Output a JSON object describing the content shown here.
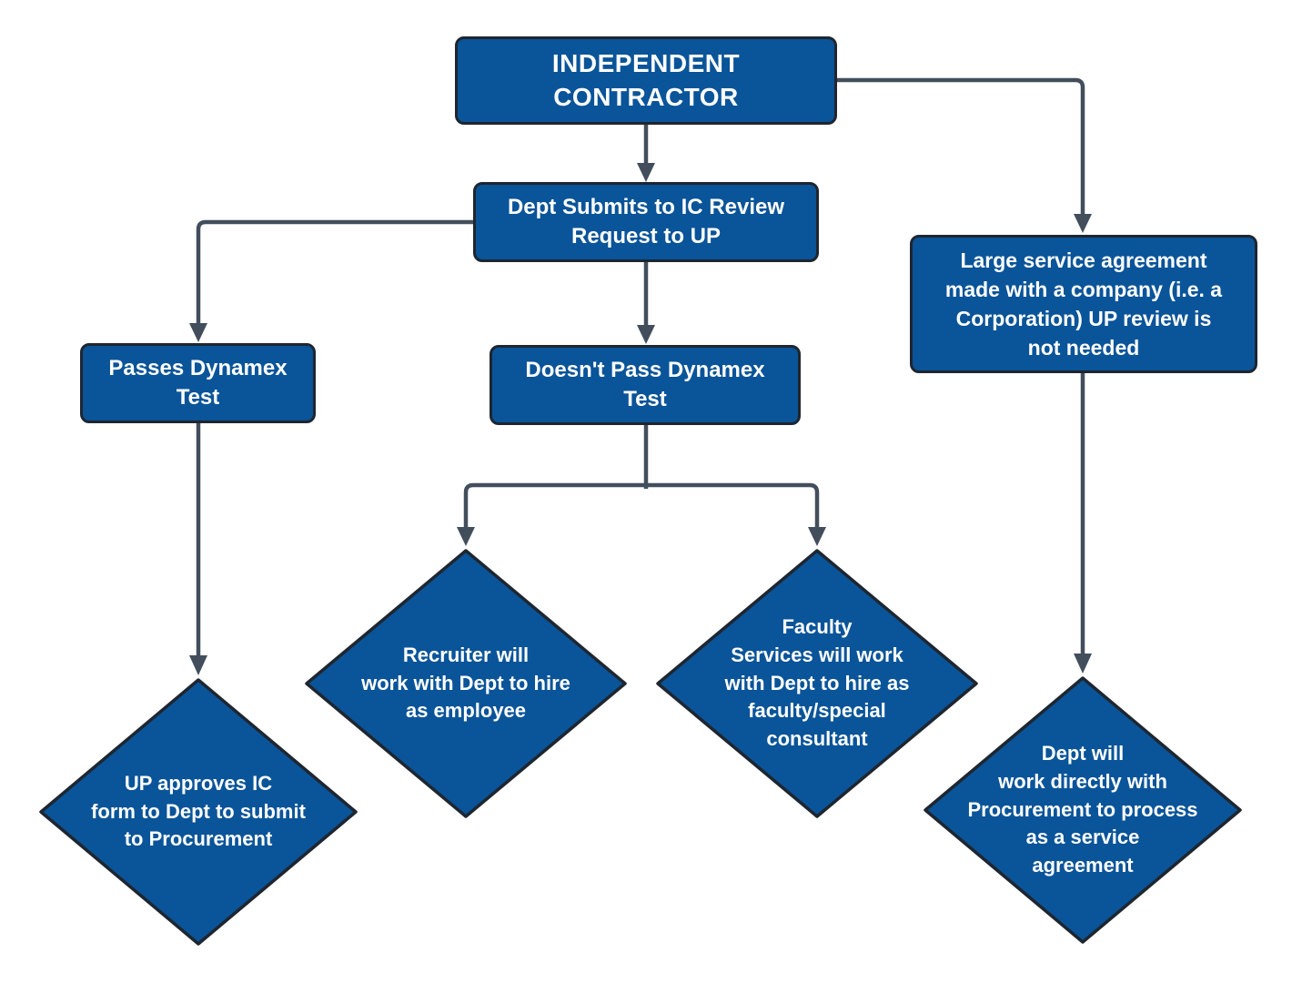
{
  "diagram": {
    "type": "flowchart",
    "topic": "Independent Contractor review process"
  },
  "colors": {
    "node_fill": "#0a5499",
    "node_border": "#1e2630",
    "connector": "#424e5c",
    "text": "#ffffff",
    "background": "#ffffff"
  },
  "nodes": {
    "independent_contractor": {
      "shape": "rounded-rectangle",
      "label": "INDEPENDENT\nCONTRACTOR"
    },
    "dept_submits": {
      "shape": "rounded-rectangle",
      "label": "Dept Submits to IC Review\nRequest to UP"
    },
    "large_service": {
      "shape": "rounded-rectangle",
      "label": "Large service agreement\nmade with a company (i.e. a\nCorporation) UP review is\nnot needed"
    },
    "passes_test": {
      "shape": "rounded-rectangle",
      "label": "Passes Dynamex\nTest"
    },
    "doesnt_pass_test": {
      "shape": "rounded-rectangle",
      "label": "Doesn't Pass Dynamex\nTest"
    },
    "up_approves": {
      "shape": "diamond",
      "label": "UP approves IC\nform to Dept to submit\nto Procurement"
    },
    "recruiter": {
      "shape": "diamond",
      "label": "Recruiter will\nwork with Dept to hire\nas employee"
    },
    "faculty_services": {
      "shape": "diamond",
      "label": "Faculty\nServices will work\nwith Dept to hire as\nfaculty/special\nconsultant"
    },
    "dept_procurement": {
      "shape": "diamond",
      "label": "Dept will\nwork directly with\nProcurement to process\nas a service\nagreement"
    }
  },
  "edges": [
    {
      "from": "independent_contractor",
      "to": "dept_submits"
    },
    {
      "from": "independent_contractor",
      "to": "large_service"
    },
    {
      "from": "dept_submits",
      "to": "passes_test"
    },
    {
      "from": "dept_submits",
      "to": "doesnt_pass_test"
    },
    {
      "from": "doesnt_pass_test",
      "to": "recruiter"
    },
    {
      "from": "doesnt_pass_test",
      "to": "faculty_services"
    },
    {
      "from": "passes_test",
      "to": "up_approves"
    },
    {
      "from": "large_service",
      "to": "dept_procurement"
    }
  ]
}
